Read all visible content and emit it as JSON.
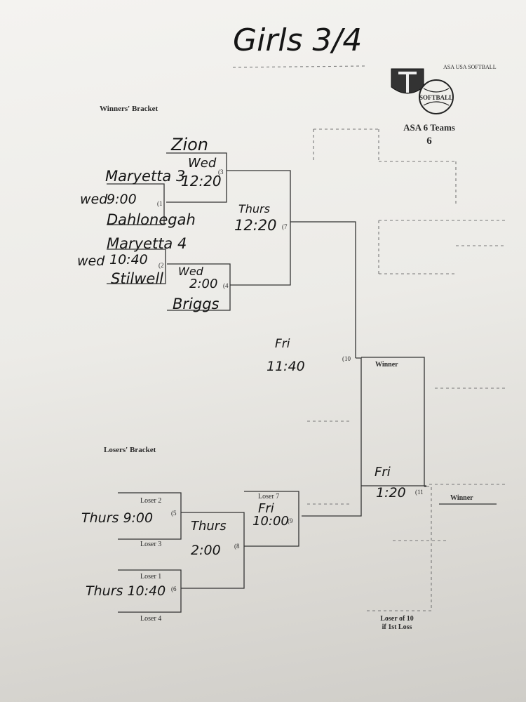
{
  "title": "Girls 3/4",
  "logo": {
    "name": "asa-usa-softball-logo",
    "text": "SOFTBALL",
    "caption": "ASA 6 Teams",
    "number": "6"
  },
  "brackets": {
    "winners_label": "Winners' Bracket",
    "losers_label": "Losers' Bracket"
  },
  "winners": {
    "game1": {
      "day": "wed",
      "time": "9:00",
      "team_top": "Maryetta 3",
      "team_bottom": "Dahlonegah",
      "num": "(1"
    },
    "game2": {
      "day": "wed",
      "time": "10:40",
      "team_top": "Maryetta 4",
      "team_bottom": "Stilwell",
      "num": "(2"
    },
    "game3": {
      "team_top": "Zion",
      "day": "Wed",
      "time": "12:20",
      "num": "(3"
    },
    "game4": {
      "day": "Wed",
      "time": "2:00",
      "team_bottom": "Briggs",
      "num": "(4"
    },
    "game7": {
      "day": "Thurs",
      "time": "12:20",
      "num": "(7"
    },
    "game10": {
      "day": "Fri",
      "time": "11:40",
      "num": "(10",
      "label": "Winner"
    }
  },
  "losers": {
    "game5": {
      "top": "Loser 2",
      "bottom": "Loser 3",
      "day_time": "Thurs 9:00",
      "num": "(5"
    },
    "game6": {
      "top": "Loser 1",
      "bottom": "Loser 4",
      "day_time": "Thurs 10:40",
      "num": "(6"
    },
    "game8": {
      "day": "Thurs",
      "time": "2:00",
      "num": "(8"
    },
    "game9": {
      "top": "Loser 7",
      "day": "Fri",
      "time": "10:00",
      "num": "(9"
    }
  },
  "final": {
    "game11": {
      "day": "Fri",
      "time": "1:20",
      "num": "(11",
      "label": "Winner"
    },
    "if_game": "Loser of 10\nif 1st Loss"
  }
}
